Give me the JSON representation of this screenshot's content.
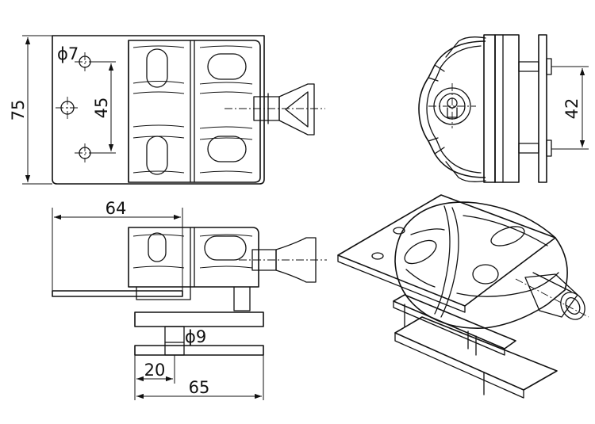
{
  "dimensions": {
    "height_overall": "75",
    "hole_spacing_front": "45",
    "hole_diameter": "ϕ7",
    "hole_spacing_side": "42",
    "width_top": "64",
    "pin_diameter": "ϕ9",
    "pin_offset": "20",
    "width_bottom": "65"
  },
  "colors": {
    "line": "#111111",
    "background": "#ffffff"
  }
}
